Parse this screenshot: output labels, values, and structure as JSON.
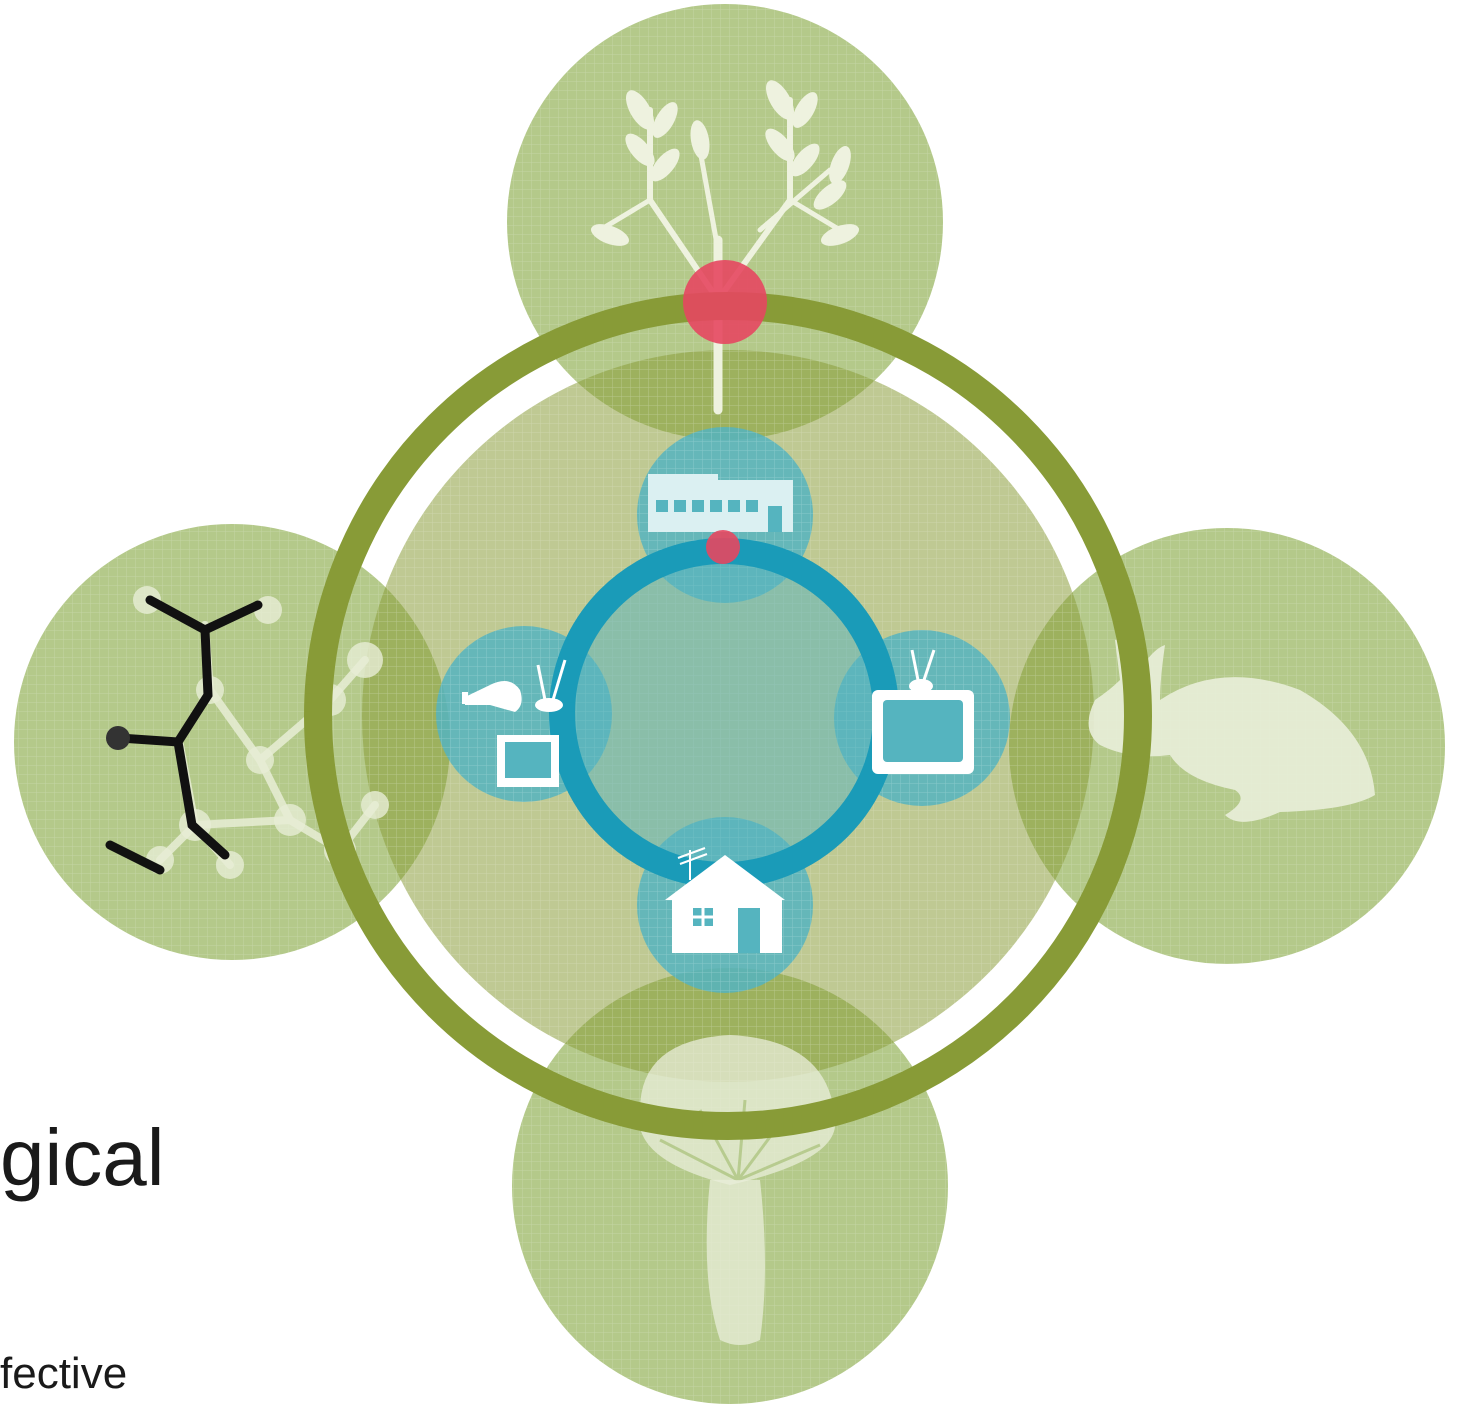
{
  "colors": {
    "green_circle": "#b4c98a",
    "green_dark": "#8a9c3a",
    "green_ring": "#889b37",
    "teal_circle": "#55b4bf",
    "teal_ring": "#1a9bb8",
    "red_dot": "#e54760",
    "icon_white": "#ffffff",
    "text": "#1a1a1a"
  },
  "outer_nodes": [
    {
      "name": "tree",
      "icon": "tree-icon"
    },
    {
      "name": "molecule",
      "icon": "molecule-icon"
    },
    {
      "name": "rabbit",
      "icon": "rabbit-icon"
    },
    {
      "name": "mushroom",
      "icon": "mushroom-icon"
    }
  ],
  "inner_nodes": [
    {
      "name": "building",
      "icon": "building-icon"
    },
    {
      "name": "appliances",
      "icon": "appliances-icon"
    },
    {
      "name": "television",
      "icon": "tv-icon"
    },
    {
      "name": "house",
      "icon": "house-icon"
    }
  ],
  "text_fragments": {
    "large": "gical",
    "small": "fective"
  }
}
